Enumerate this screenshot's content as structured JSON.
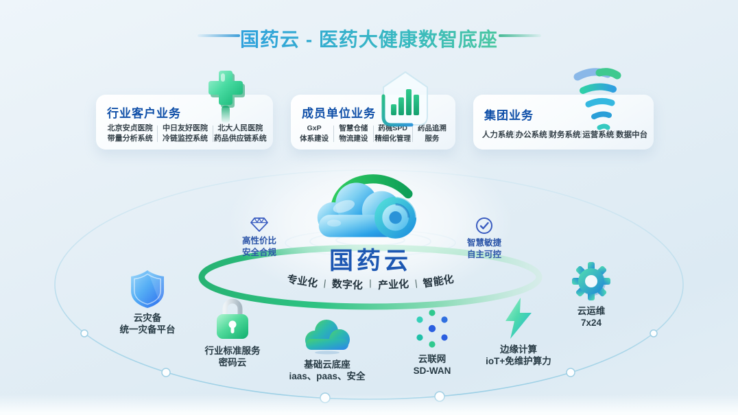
{
  "header": {
    "title": "国药云 - 医药大健康数智底座"
  },
  "cards": [
    {
      "title": "行业客户业务",
      "icon": "medical-cross-icon",
      "columns": [
        {
          "line1": "北京安贞医院",
          "line2": "带量分析系统"
        },
        {
          "line1": "中日友好医院",
          "line2": "冷链监控系统"
        },
        {
          "line1": "北大人民医院",
          "line2": "药品供应链系统"
        }
      ]
    },
    {
      "title": "成员单位业务",
      "icon": "pentagon-bar-chart-icon",
      "columns": [
        {
          "line1": "GxP",
          "line2": "体系建设"
        },
        {
          "line1": "智慧仓储",
          "line2": "物流建设"
        },
        {
          "line1": "药械SPD",
          "line2": "精细化管理"
        },
        {
          "line1": "药品追溯",
          "line2": "服务"
        }
      ]
    },
    {
      "title": "集团业务",
      "icon": "spiral-funnel-icon",
      "items": [
        "人力系统",
        "办公系统",
        "财务系统",
        "运营系统",
        "数据中台"
      ]
    }
  ],
  "center": {
    "platform_name": "国药云",
    "separator": "|",
    "capabilities": [
      "专业化",
      "数字化",
      "产业化",
      "智能化"
    ]
  },
  "badges": {
    "left": {
      "icon": "diamond-icon",
      "line1": "高性价比",
      "line2": "安全合规"
    },
    "right": {
      "icon": "check-circle-icon",
      "line1": "智慧敏捷",
      "line2": "自主可控"
    }
  },
  "platform_items": [
    {
      "icon": "shield-icon",
      "line1": "云灾备",
      "line2": "统一灾备平台"
    },
    {
      "icon": "lock-icon",
      "line1": "行业标准服务",
      "line2": "密码云"
    },
    {
      "icon": "cloud-icon",
      "line1": "基础云底座",
      "line2": "iaas、paas、安全"
    },
    {
      "icon": "network-dots-icon",
      "line1": "云联网",
      "line2": "SD-WAN"
    },
    {
      "icon": "lightning-icon",
      "line1": "边缘计算",
      "line2": "ioT+免维护算力"
    },
    {
      "icon": "gear-icon",
      "line1": "云运维",
      "line2": "7x24"
    }
  ],
  "colors": {
    "accent_blue": "#1d57b2",
    "accent_green": "#2fbf7f",
    "title_gradient_start": "#2f9fe0",
    "title_gradient_end": "#56cf8e",
    "background": "#e4eef6"
  }
}
